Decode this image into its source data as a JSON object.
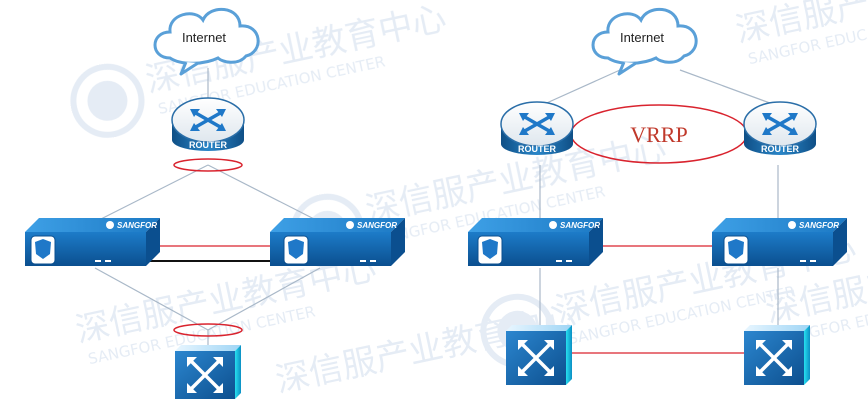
{
  "colors": {
    "router_blue": "#1b6fae",
    "device_blue": "#1f78c8",
    "line_gray": "#a9b8c8",
    "ring_red": "#d9232e",
    "vrrp_text": "#c0392b"
  },
  "watermark": {
    "cn": "深信服产业教育中心",
    "en": "SANGFOR EDUCATION CENTER"
  },
  "left_diagram": {
    "cloud_label": "Internet",
    "router_label": "ROUTER",
    "firewall_a_brand": "SANGFOR",
    "firewall_b_brand": "SANGFOR"
  },
  "right_diagram": {
    "cloud_label": "Internet",
    "router_a_label": "ROUTER",
    "router_b_label": "ROUTER",
    "vrrp_label": "VRRP",
    "firewall_a_brand": "SANGFOR",
    "firewall_b_brand": "SANGFOR"
  }
}
